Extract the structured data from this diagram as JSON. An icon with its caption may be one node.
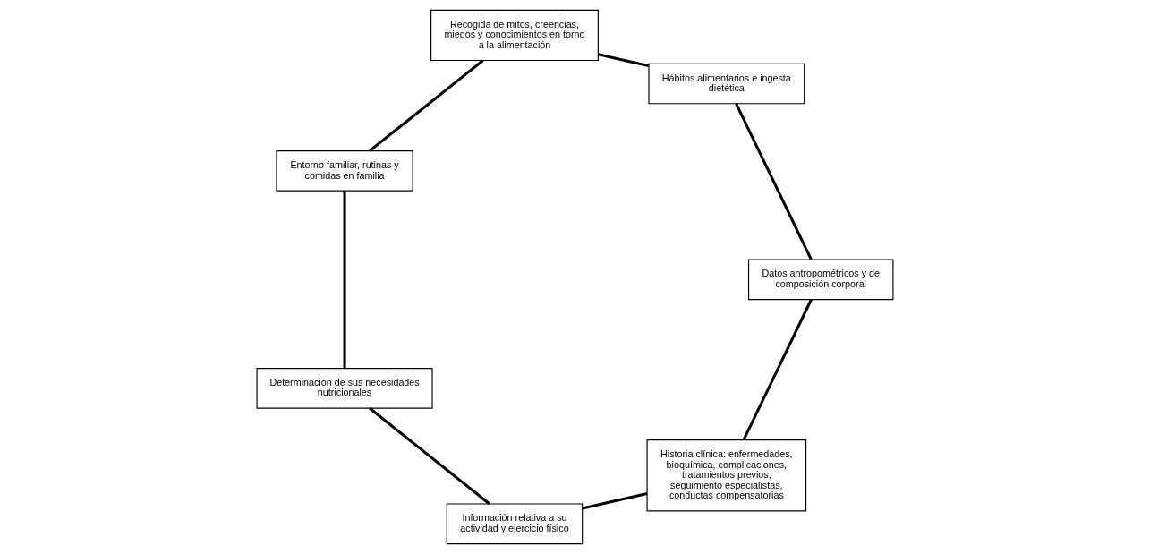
{
  "diagram": {
    "nodes": [
      {
        "text": [
          "Historia clínica: enfermedades, bioquímica, complicaciones, tratamientos previos, seguimiento especialistas, conductas compensatorias"
        ]
      },
      {
        "text": [
          "Datos antropométricos y de composición corporal"
        ]
      },
      {
        "text": [
          "Información relativa a su actividad y ejercicio físico"
        ]
      },
      {
        "text": [
          "Hábitos alimentarios e ingesta dietética"
        ]
      },
      {
        "text": [
          "Determinación de sus necesidades nutricionales"
        ]
      },
      {
        "text": [
          "Recogida de mitos, creencias, miedos y conocimientos en torno a la alimentación"
        ]
      },
      {
        "text": [
          "Entorno familiar, rutinas y comidas en familia"
        ]
      }
    ],
    "edges": [
      {
        "from": 0,
        "to": 2,
        "arrow": "none"
      },
      {
        "from": 2,
        "to": 4,
        "arrow": "none"
      },
      {
        "from": 4,
        "to": 6,
        "arrow": "none"
      },
      {
        "from": 6,
        "to": 5,
        "arrow": "none"
      },
      {
        "from": 5,
        "to": 3,
        "arrow": "none"
      },
      {
        "from": 3,
        "to": 1,
        "arrow": "none"
      },
      {
        "from": 1,
        "to": 0,
        "arrow": "none"
      }
    ]
  }
}
